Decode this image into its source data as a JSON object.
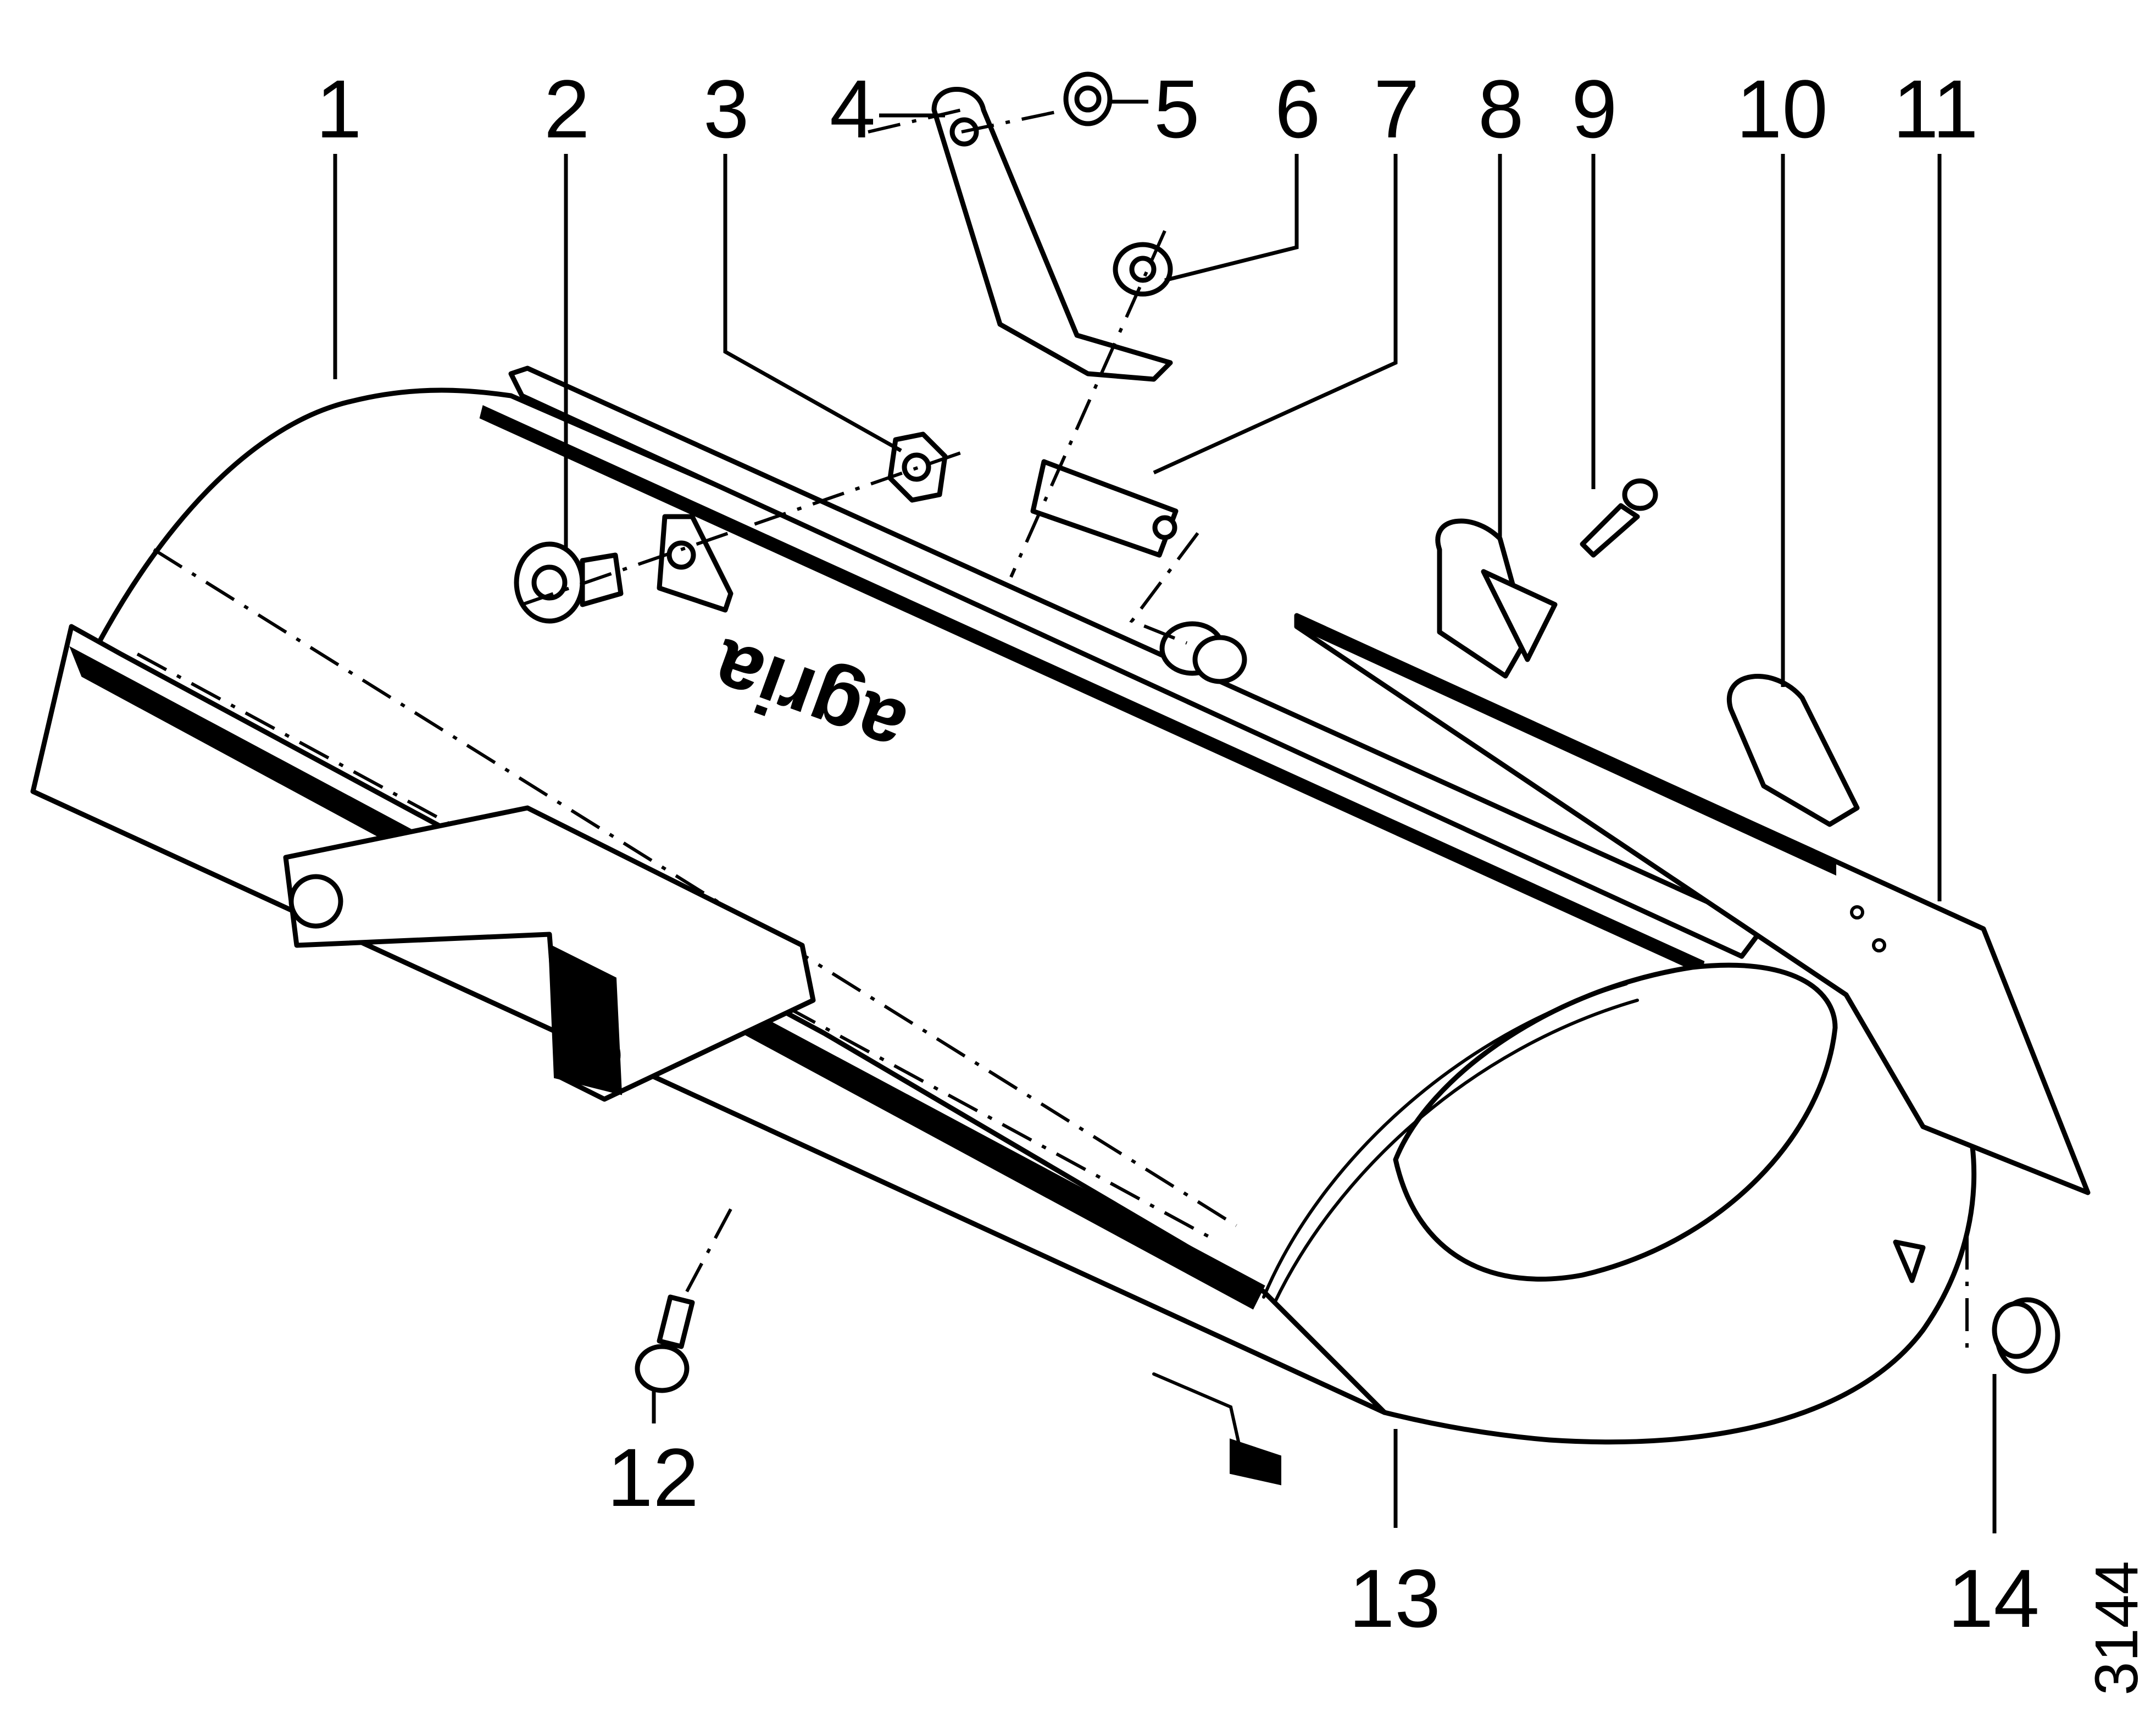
{
  "diagram": {
    "callouts": [
      "1",
      "2",
      "3",
      "4",
      "5",
      "6",
      "7",
      "8",
      "9",
      "10",
      "11",
      "12",
      "13",
      "14"
    ],
    "logo_text": "agria",
    "reference_number": "3144"
  }
}
